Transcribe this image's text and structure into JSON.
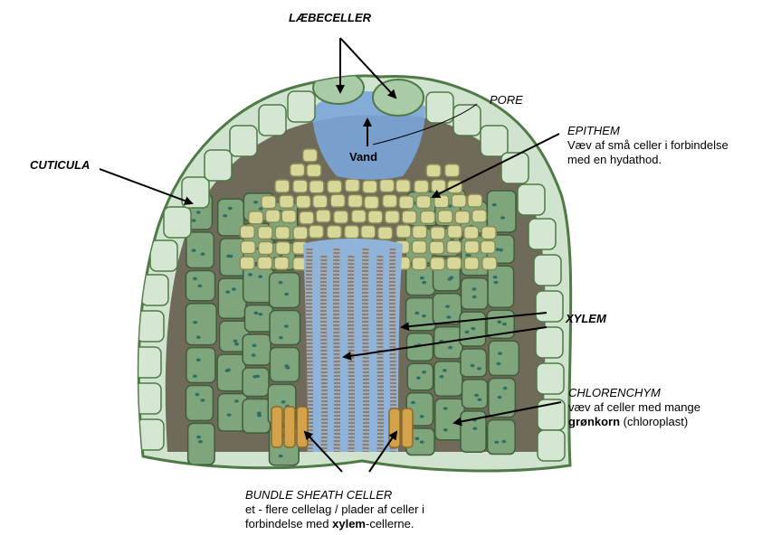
{
  "labels": {
    "laebeceller": "LÆBECELLER",
    "pore": "PORE",
    "vand": "Vand",
    "cuticula": "CUTICULA",
    "epithem_title": "EPITHEM",
    "epithem_desc_1": "Væv af små celler i forbindelse",
    "epithem_desc_2": "med en hydathod.",
    "xylem": "XYLEM",
    "chlorenchym_title": "CHLORENCHYM",
    "chlorenchym_desc_1": "væv af celler med mange",
    "chlorenchym_desc_2_bold": "grønkorn",
    "chlorenchym_desc_2_rest": " (chloroplast)",
    "bundle_title": "BUNDLE SHEATH CELLER",
    "bundle_desc_1": "et - flere cellelag / plader af celler i",
    "bundle_desc_2_pre": "forbindelse med ",
    "bundle_desc_2_bold": "xylem",
    "bundle_desc_2_post": "-cellerne."
  },
  "colors": {
    "epidermis": "#cfe3cf",
    "cuticle": "#4f7a45",
    "epithem": "#d7d79a",
    "chlorenchyma": "#7fa57c",
    "chloroplast": "#2f6e63",
    "water": "#7aa6d8",
    "xylem": "#9a7a5a",
    "bundle_sheath": "#d4a24a"
  }
}
